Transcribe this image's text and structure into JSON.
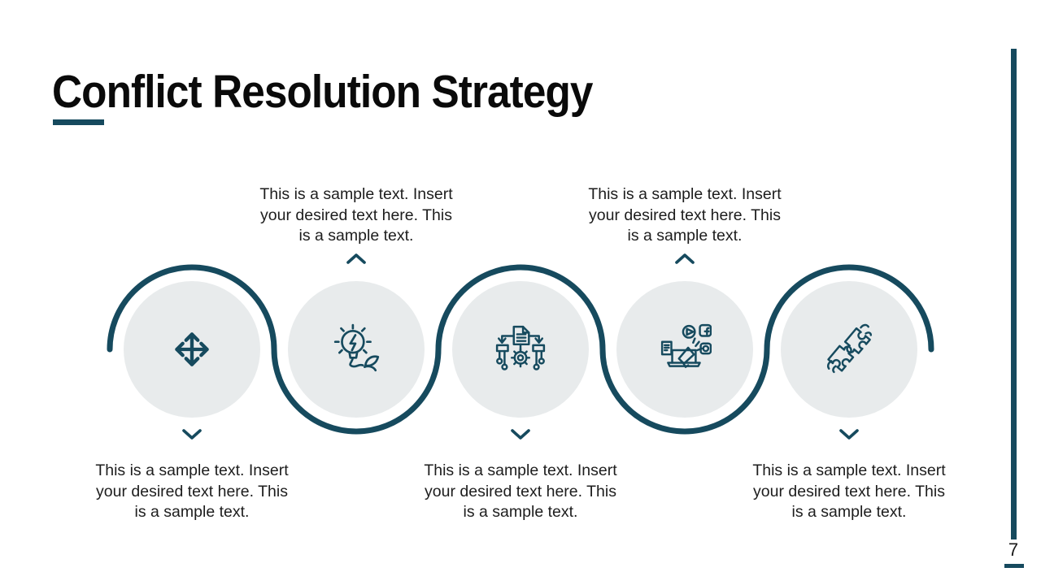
{
  "slide": {
    "title": "Conflict Resolution Strategy",
    "page_number": "7"
  },
  "theme": {
    "accent_teal": "#164a5e",
    "circle_fill": "#e8ebec",
    "title_color": "#0a0a0a",
    "body_text_color": "#1d1d1d",
    "background": "#ffffff"
  },
  "steps": [
    {
      "index": 1,
      "icon": "move-arrows-icon",
      "text_position": "below",
      "text_lines": [
        "This is a sample text. Insert",
        "your desired text here. This",
        "is a sample text."
      ]
    },
    {
      "index": 2,
      "icon": "eco-idea-lightbulb-icon",
      "text_position": "above",
      "text_lines": [
        "This is a sample text. Insert",
        "your desired text here. This",
        "is a sample text."
      ]
    },
    {
      "index": 3,
      "icon": "document-workflow-gear-icon",
      "text_position": "below",
      "text_lines": [
        "This is a sample text. Insert",
        "your desired text here. This",
        "is a sample text."
      ]
    },
    {
      "index": 4,
      "icon": "social-media-marketing-icon",
      "text_position": "above",
      "text_lines": [
        "This is a sample text. Insert",
        "your desired text here. This",
        "is a sample text."
      ]
    },
    {
      "index": 5,
      "icon": "puzzle-pieces-conflict-icon",
      "text_position": "below",
      "text_lines": [
        "This is a sample text. Insert",
        "your desired text here. This",
        "is a sample text."
      ]
    }
  ]
}
